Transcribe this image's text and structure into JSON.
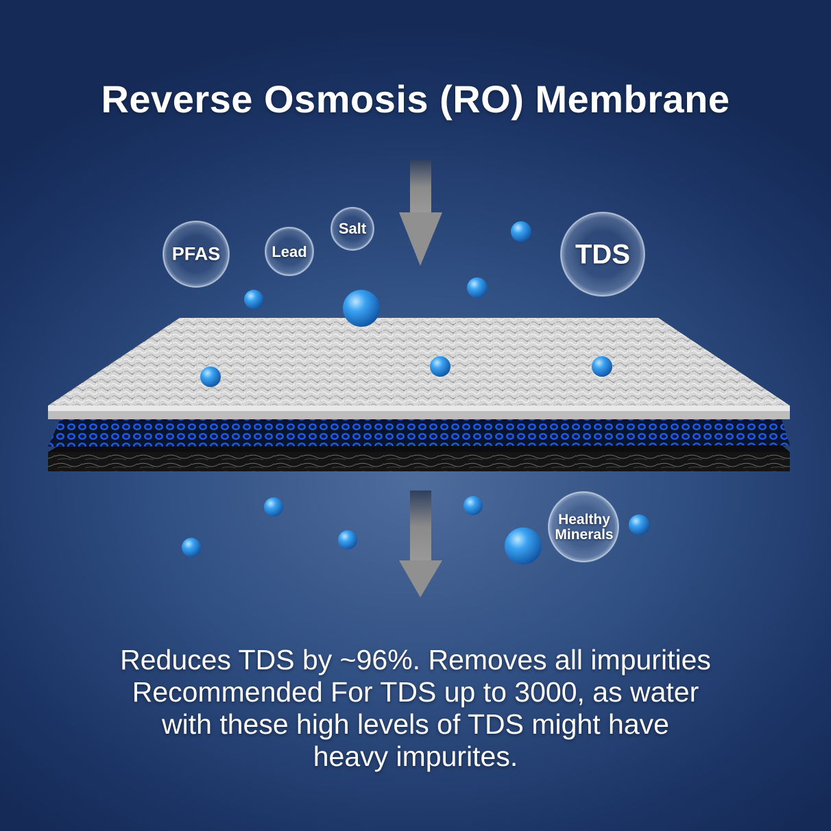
{
  "title": "Reverse Osmosis (RO) Membrane",
  "contaminants": [
    "PFAS",
    "Lead",
    "Salt",
    "TDS"
  ],
  "output_label": [
    "Healthy",
    "Minerals"
  ],
  "caption_lines": [
    "Reduces TDS by ~96%. Removes all impurities",
    "Recommended For TDS up to 3000, as water",
    "with these high levels of TDS might have",
    "heavy impurites."
  ],
  "colors": {
    "background": "#243f70",
    "water_drop": "#1e7fe0",
    "membrane_top": "#d9d9d9",
    "membrane_mesh": "#1d4fd6",
    "membrane_base": "#1a1a1a",
    "arrow": "#7a7a7a"
  }
}
